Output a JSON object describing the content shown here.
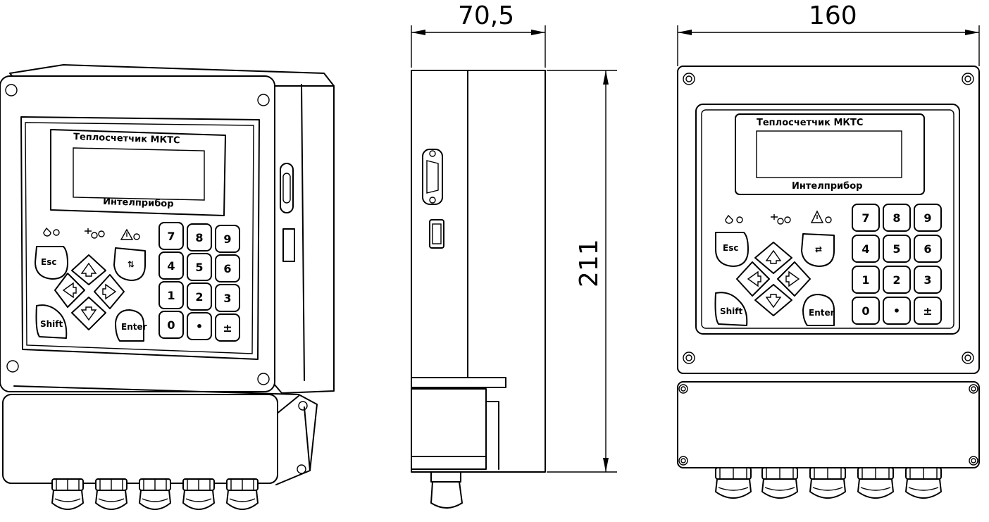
{
  "device": {
    "title": "Теплосчетчик МКТС",
    "maker": "Интелприбор"
  },
  "keypad": {
    "esc": "Esc",
    "shift": "Shift",
    "enter": "Enter",
    "digits": [
      "7",
      "8",
      "9",
      "4",
      "5",
      "6",
      "1",
      "2",
      "3",
      "0",
      "•",
      "±"
    ]
  },
  "dimensions": {
    "depth": "70,5",
    "width": "160",
    "height": "211"
  }
}
